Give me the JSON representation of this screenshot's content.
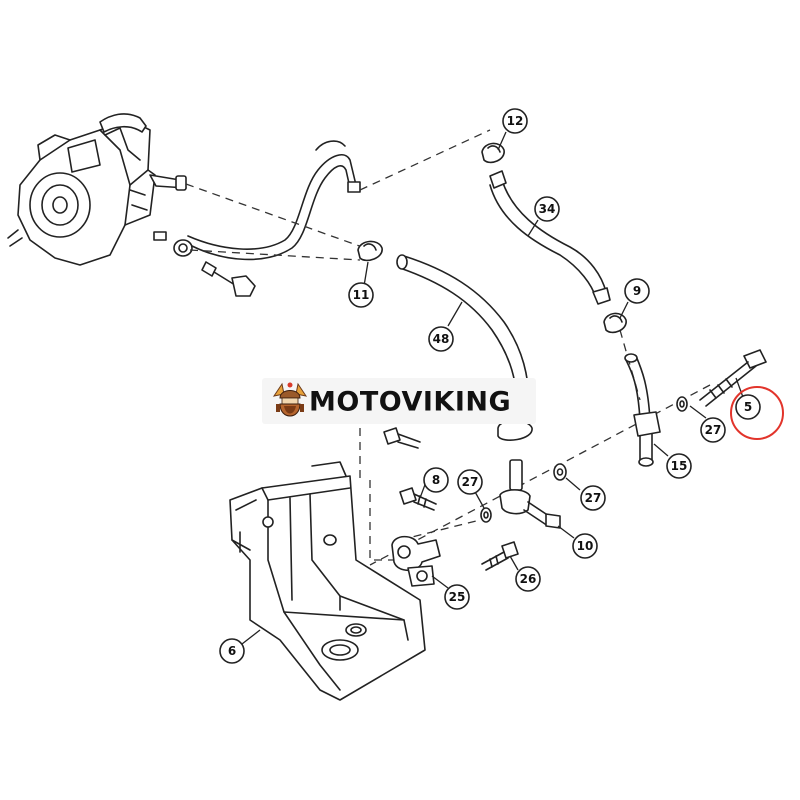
{
  "brand": {
    "name": "MOTOVIKING",
    "logo_icon": "viking-helmet-icon",
    "box_color": "#f5f5f5"
  },
  "callouts": {
    "c12": "12",
    "c34": "34",
    "c9": "9",
    "c11": "11",
    "c48": "48",
    "c5": "5",
    "c27a": "27",
    "c15": "15",
    "c8": "8",
    "c27b": "27",
    "c27c": "27",
    "c10": "10",
    "c26": "26",
    "c25": "25",
    "c6": "6"
  },
  "highlighted_callout": "5",
  "highlight_color": "#e2342b"
}
